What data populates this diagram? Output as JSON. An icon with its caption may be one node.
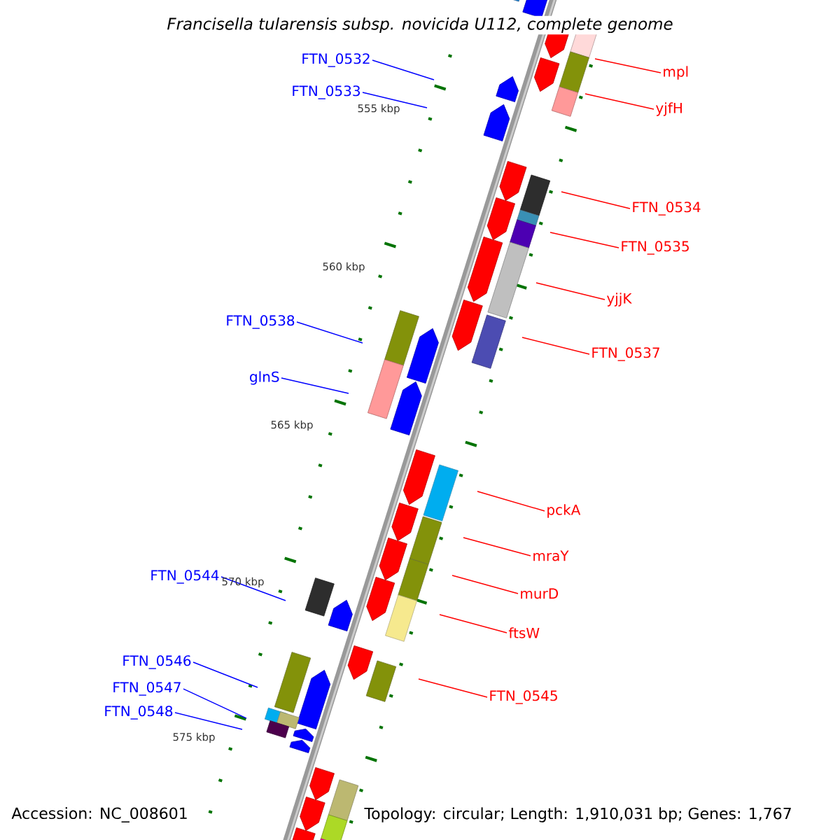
{
  "diagram": {
    "title": "Francisella tularensis subsp. novicida U112, complete genome",
    "nodes": [
      {
        "text": [
          "FTN_0532"
        ]
      },
      {
        "text": [
          "FTN_0533"
        ]
      },
      {
        "text": [
          "mpl"
        ]
      },
      {
        "text": [
          "yjfH"
        ]
      },
      {
        "text": [
          "FTN_0534"
        ]
      },
      {
        "text": [
          "FTN_0535"
        ]
      },
      {
        "text": [
          "yjjK"
        ]
      },
      {
        "text": [
          "FTN_0538"
        ]
      },
      {
        "text": [
          "FTN_0537"
        ]
      },
      {
        "text": [
          "glnS"
        ]
      },
      {
        "text": [
          "pckA"
        ]
      },
      {
        "text": [
          "mraY"
        ]
      },
      {
        "text": [
          "murD"
        ]
      },
      {
        "text": [
          "FTN_0544"
        ]
      },
      {
        "text": [
          "ftsW"
        ]
      },
      {
        "text": [
          "FTN_0546"
        ]
      },
      {
        "text": [
          "FTN_0545"
        ]
      },
      {
        "text": [
          "FTN_0547"
        ]
      },
      {
        "text": [
          "FTN_0548"
        ]
      }
    ],
    "edges": [
      {
        "from": 0,
        "to": null,
        "arrow": "none",
        "color": "#0000ff"
      },
      {
        "from": 1,
        "to": null,
        "arrow": "none",
        "color": "#0000ff"
      },
      {
        "from": 2,
        "to": null,
        "arrow": "none"
      },
      {
        "from": 3,
        "to": null,
        "arrow": "none"
      },
      {
        "from": 4,
        "to": null,
        "arrow": "none"
      },
      {
        "from": 5,
        "to": null,
        "arrow": "none"
      },
      {
        "from": 6,
        "to": null,
        "arrow": "none"
      },
      {
        "from": 7,
        "to": null,
        "arrow": "none",
        "color": "#0000ff"
      },
      {
        "from": 8,
        "to": null,
        "arrow": "none"
      },
      {
        "from": 9,
        "to": null,
        "arrow": "none",
        "color": "#0000ff"
      },
      {
        "from": 10,
        "to": null,
        "arrow": "none"
      },
      {
        "from": 11,
        "to": null,
        "arrow": "none"
      },
      {
        "from": 12,
        "to": null,
        "arrow": "none"
      },
      {
        "from": 13,
        "to": null,
        "arrow": "none",
        "color": "#0000ff"
      },
      {
        "from": 14,
        "to": null,
        "arrow": "none"
      },
      {
        "from": 15,
        "to": null,
        "arrow": "none",
        "color": "#0000ff"
      },
      {
        "from": 16,
        "to": null,
        "arrow": "none"
      },
      {
        "from": 17,
        "to": null,
        "arrow": "none",
        "color": "#0000ff"
      },
      {
        "from": 18,
        "to": null,
        "arrow": "none",
        "color": "#0000ff"
      }
    ],
    "labels": [
      "555 kbp",
      "560 kbp",
      "565 kbp",
      "570 kbp",
      "575 kbp",
      "Accession: NC_008601",
      "Topology: circular; Length: 1,910,031 bp; Genes: 1,767"
    ]
  }
}
